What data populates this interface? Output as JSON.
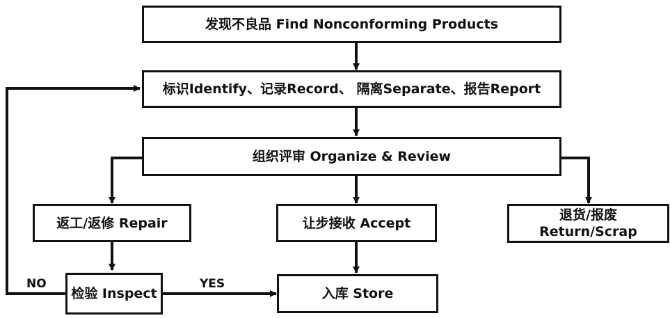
{
  "flowchart": {
    "find": "发现不良品  Find Nonconforming Products",
    "identify": "标识Identify、记录Record、 隔离Separate、报告Report",
    "review": "组织评审  Organize & Review",
    "repair": "返工/返修  Repair",
    "accept": "让步接收  Accept",
    "return_line1": "退货/报废",
    "return_line2": "Return/Scrap",
    "inspect": "检验  Inspect",
    "store": "入库  Store",
    "no_label": "NO",
    "yes_label": "YES"
  },
  "colors": {
    "line": "#111111",
    "box_border": "#111111",
    "background": "#ffffff"
  }
}
